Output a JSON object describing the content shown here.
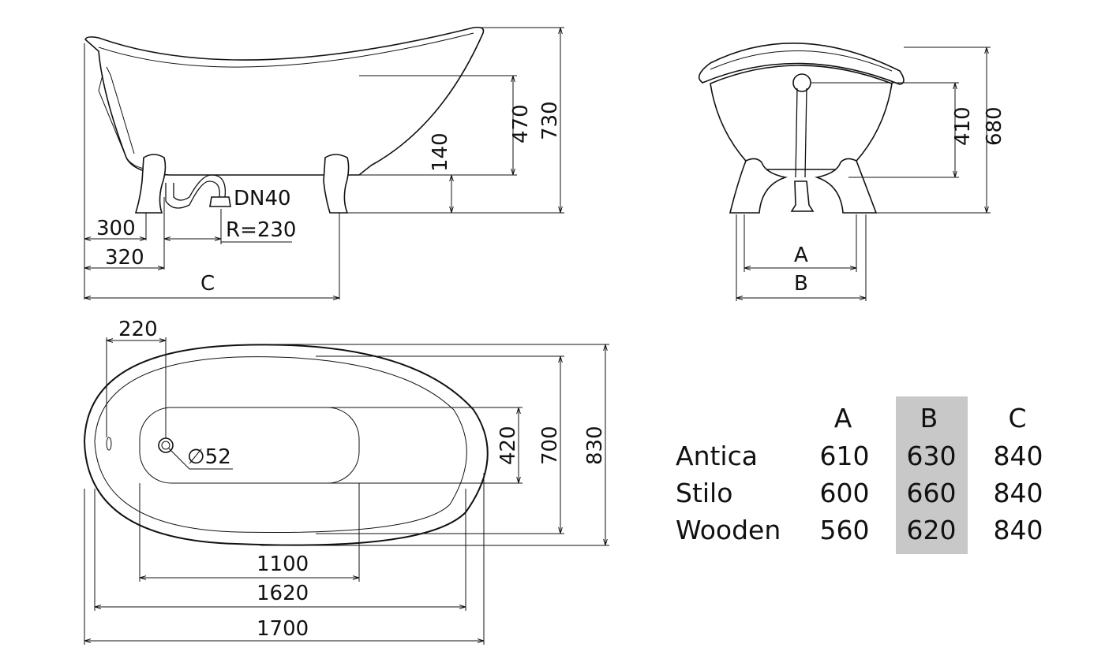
{
  "side_view": {
    "dn": "DN40",
    "r": "R=230",
    "d300": "300",
    "d320": "320",
    "c": "C",
    "d140": "140",
    "d470": "470",
    "d730": "730"
  },
  "end_view": {
    "d410": "410",
    "d680": "680",
    "a": "A",
    "b": "B"
  },
  "top_view": {
    "d220": "220",
    "dia": "∅52",
    "d420": "420",
    "d700": "700",
    "d830": "830",
    "d1100": "1100",
    "d1620": "1620",
    "d1700": "1700"
  },
  "table": {
    "headers": [
      "A",
      "B",
      "C"
    ],
    "rows": [
      {
        "name": "Antica",
        "a": "610",
        "b": "630",
        "c": "840"
      },
      {
        "name": "Stilo",
        "a": "600",
        "b": "660",
        "c": "840"
      },
      {
        "name": "Wooden",
        "a": "560",
        "b": "620",
        "c": "840"
      }
    ],
    "highlight_color": "#c8c8c8"
  }
}
